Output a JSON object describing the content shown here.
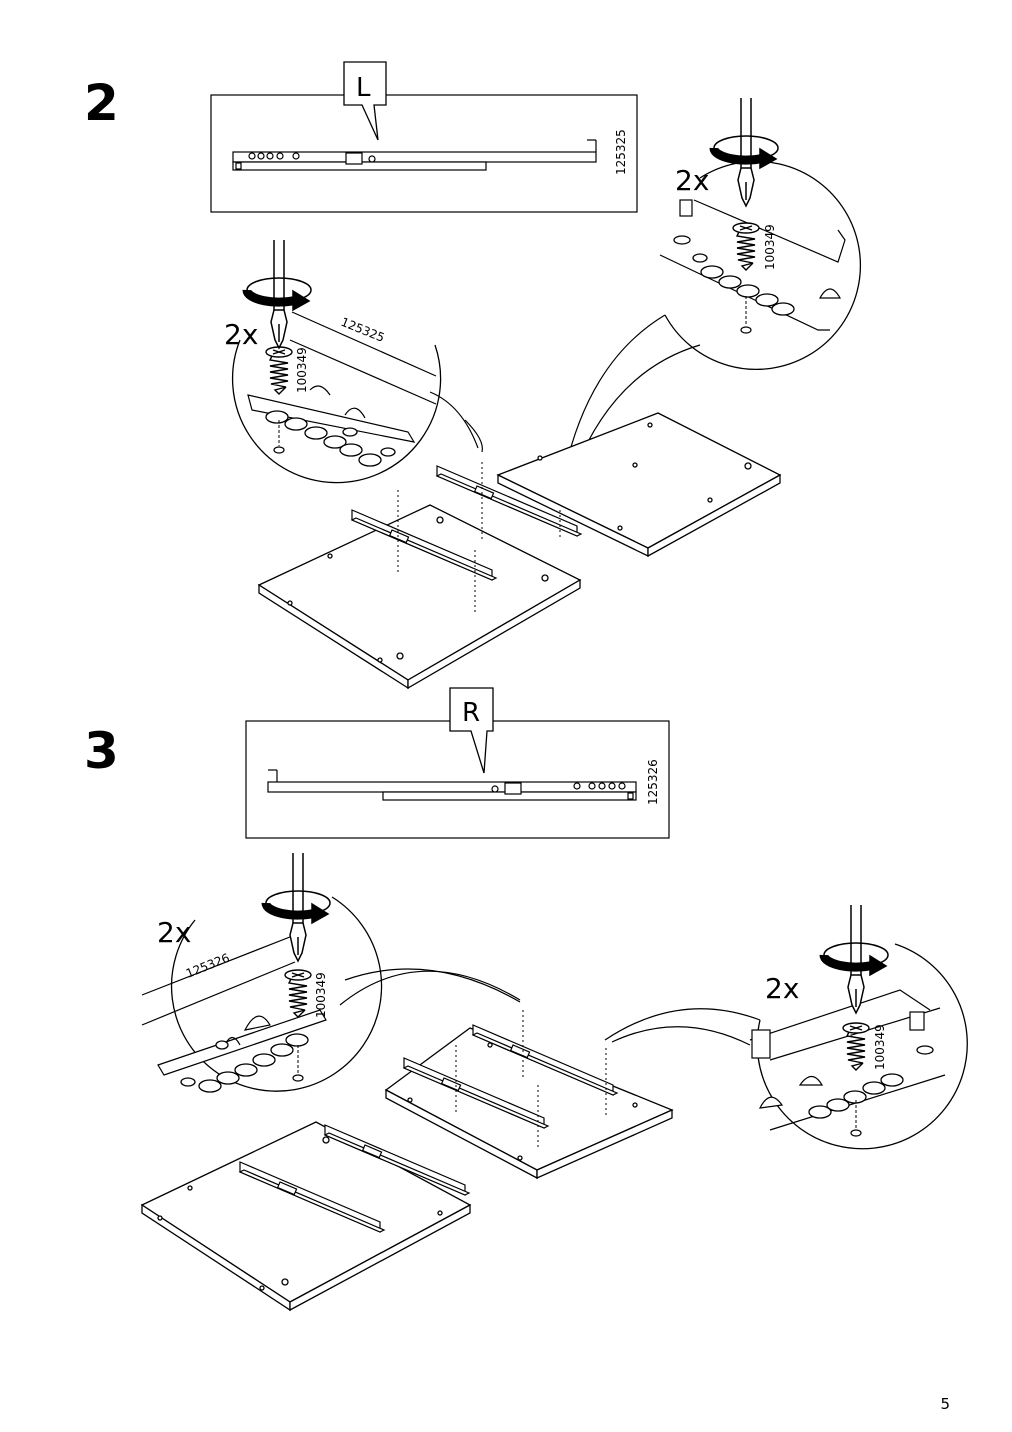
{
  "page": {
    "number": "5"
  },
  "steps": [
    {
      "number": "2",
      "side_label": "L",
      "rail_part": "125325",
      "screw_part": "100349",
      "screw_qty": "2x",
      "detail_left": {
        "qty": "2x",
        "rail_label": "125325",
        "screw_label": "100349"
      },
      "detail_right": {
        "qty": "2x",
        "screw_label": "100349"
      }
    },
    {
      "number": "3",
      "side_label": "R",
      "rail_part": "125326",
      "screw_part": "100349",
      "detail_left": {
        "qty": "2x",
        "rail_label": "125326",
        "screw_label": "100349"
      },
      "detail_right": {
        "qty": "2x",
        "screw_label": "100349"
      }
    }
  ]
}
